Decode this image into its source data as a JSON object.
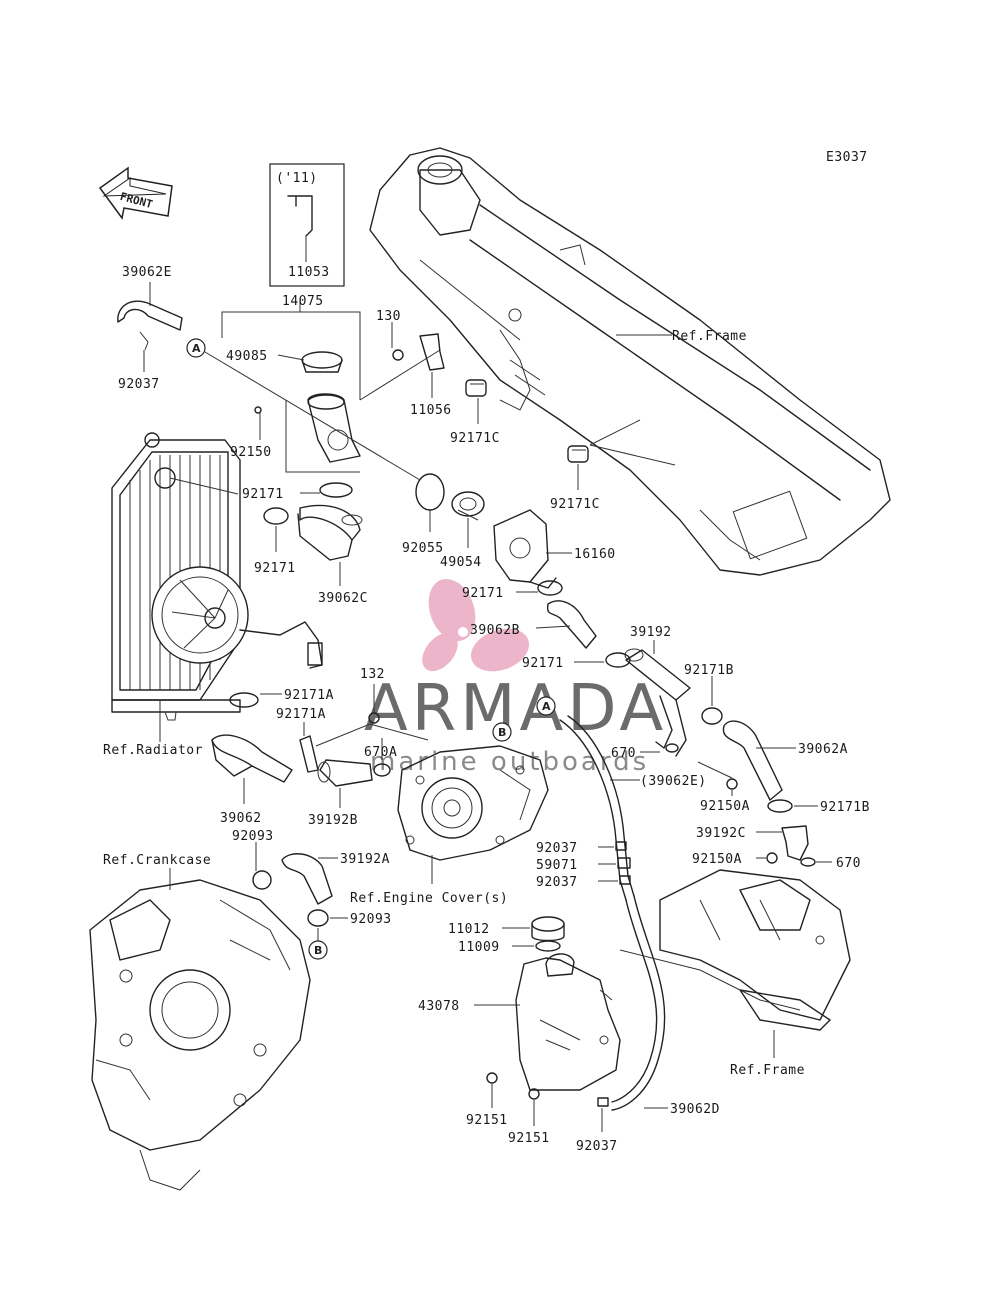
{
  "diagram_code": "E3037",
  "front_arrow": {
    "text": "FRONT",
    "icon": "front-arrow-icon"
  },
  "year_box": {
    "year": "('11)",
    "part": "11053"
  },
  "watermark": {
    "brand": "ARMADA",
    "tagline": "marine outboards",
    "logo_color": "#e8a8c0"
  },
  "refs": {
    "frame_top": "Ref.Frame",
    "frame_bottom": "Ref.Frame",
    "radiator": "Ref.Radiator",
    "crankcase": "Ref.Crankcase",
    "engine_cover": "Ref.Engine Cover(s)"
  },
  "circle_markers": {
    "a_top": "A",
    "a_mid": "A",
    "b_top": "B",
    "b_low": "B"
  },
  "parts": {
    "p39062E": "39062E",
    "p92037_top": "92037",
    "p14075": "14075",
    "p49085": "49085",
    "p130": "130",
    "p11056": "11056",
    "p92171C_a": "92171C",
    "p92171C_b": "92171C",
    "p92150": "92150",
    "p92171_a": "92171",
    "p92171_b": "92171",
    "p92055": "92055",
    "p49054": "49054",
    "p16160": "16160",
    "p39062C": "39062C",
    "p92171_c": "92171",
    "p39062B": "39062B",
    "p39192": "39192",
    "p92171_d": "92171",
    "p92171B_a": "92171B",
    "p92171A_a": "92171A",
    "p92171A_b": "92171A",
    "p132": "132",
    "p670A": "670A",
    "p670_a": "670",
    "p39062A": "39062A",
    "p39062E_paren": "(39062E)",
    "p92150A_a": "92150A",
    "p92171B_b": "92171B",
    "p39062": "39062",
    "p39192B": "39192B",
    "p39192C": "39192C",
    "p92150A_b": "92150A",
    "p670_b": "670",
    "p92093_a": "92093",
    "p39192A": "39192A",
    "p92037_mid": "92037",
    "p59071": "59071",
    "p92037_low": "92037",
    "p92093_b": "92093",
    "p11012": "11012",
    "p11009": "11009",
    "p43078": "43078",
    "p92151_a": "92151",
    "p92151_b": "92151",
    "p92037_bot": "92037",
    "p39062D": "39062D"
  }
}
